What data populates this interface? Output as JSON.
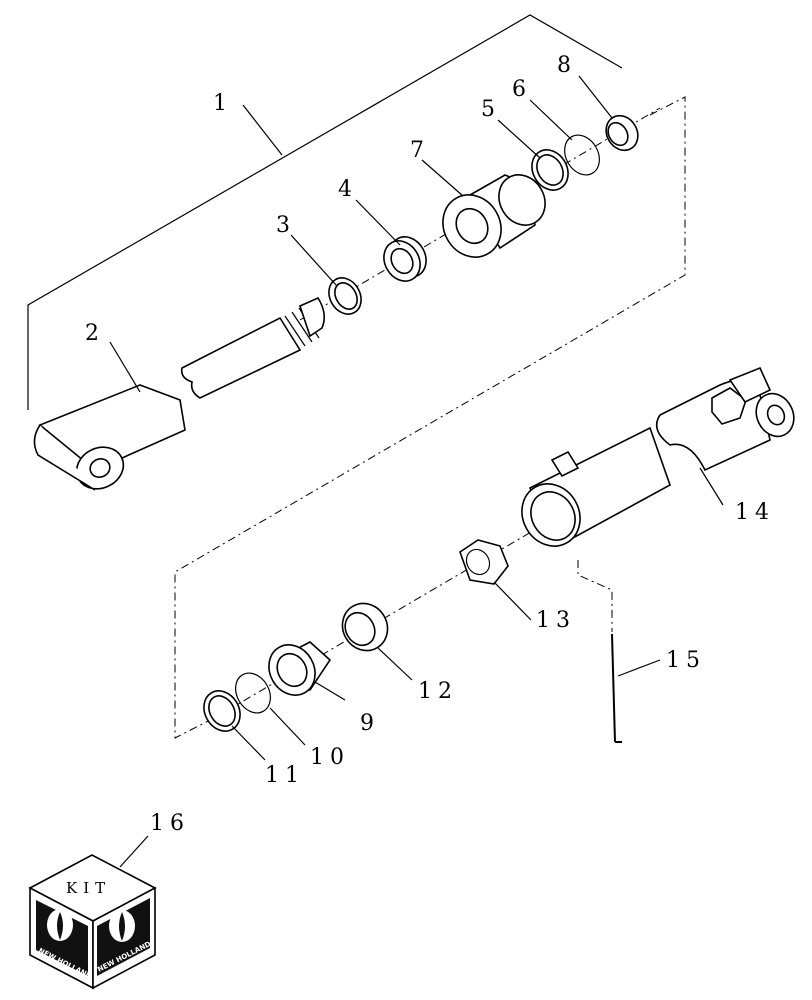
{
  "callouts": {
    "c1": "1",
    "c2": "2",
    "c3": "3",
    "c4": "4",
    "c5": "5",
    "c6": "6",
    "c7": "7",
    "c8": "8",
    "c9": "9",
    "c10": "10",
    "c11": "11",
    "c12": "12",
    "c13": "13",
    "c14": "14",
    "c15": "15",
    "c16": "16"
  },
  "kit": {
    "label": "KIT",
    "logo_left": "NEW HOLLAND",
    "logo_right": "NEW HOLLAND"
  }
}
